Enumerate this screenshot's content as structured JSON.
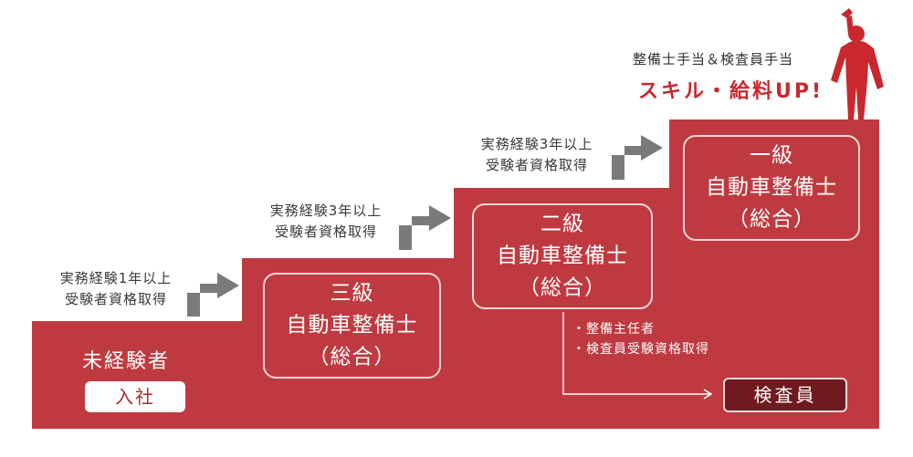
{
  "notes": {
    "step1": {
      "line1": "実務経験1年以上",
      "line2": "受験者資格取得"
    },
    "step2": {
      "line1": "実務経験3年以上",
      "line2": "受験者資格取得"
    },
    "step3": {
      "line1": "実務経験3年以上",
      "line2": "受験者資格取得"
    }
  },
  "start": {
    "label": "未経験者",
    "badge": "入社"
  },
  "grades": [
    {
      "line1": "三級",
      "line2": "自動車整備士",
      "line3": "（総合）"
    },
    {
      "line1": "二級",
      "line2": "自動車整備士",
      "line3": "（総合）"
    },
    {
      "line1": "一級",
      "line2": "自動車整備士",
      "line3": "（総合）"
    }
  ],
  "branch": {
    "bullets": [
      "・整備主任者",
      "・検査員受験資格取得"
    ],
    "target": "検査員"
  },
  "top": {
    "caption": "整備士手当＆検査員手当",
    "headline": "スキル・給料UP!"
  },
  "colors": {
    "stair": "#bf3a40",
    "arrow": "#7a7a7a",
    "inspector": "#6e1a1f",
    "figure": "#c8282e"
  }
}
